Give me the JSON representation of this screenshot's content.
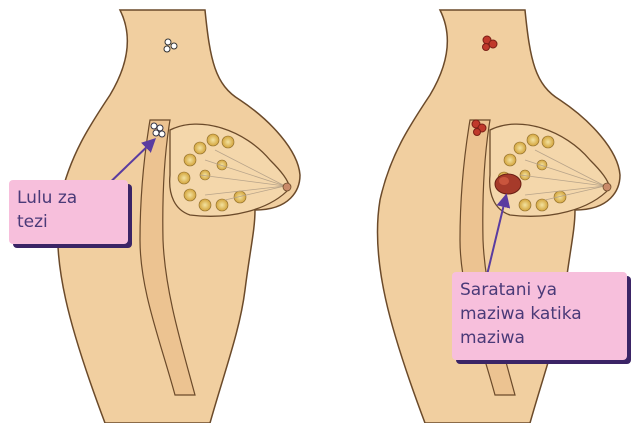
{
  "figure": {
    "left_panel": {
      "label_lines": [
        "Lulu za",
        "tezi"
      ]
    },
    "right_panel": {
      "label_lines": [
        "Saratani ya",
        "maziwa katika",
        "maziwa"
      ]
    }
  },
  "colors": {
    "skin": "#f1cfa0",
    "outline": "#6b4a2a",
    "gland": "#d8b24a",
    "tumor": "#a63a2a",
    "callout_bg": "#f7bfdc",
    "callout_shadow": "#3b2466",
    "arrow": "#5a3ca0"
  }
}
